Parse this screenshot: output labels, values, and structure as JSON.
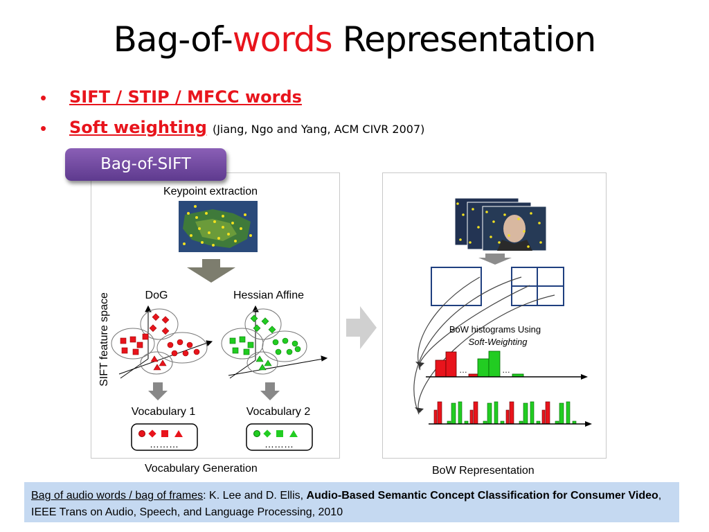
{
  "slide": {
    "title_pre": "Bag-of-",
    "title_accent": "words",
    "title_post": " Representation"
  },
  "bullets": [
    {
      "text": "SIFT / STIP / MFCC words",
      "cite": ""
    },
    {
      "text": "Soft weighting",
      "cite": "(Jiang, Ngo and Yang, ACM CIVR 2007)"
    }
  ],
  "tag_label": "Bag-of-SIFT",
  "left_panel": {
    "keypoint_label": "Keypoint extraction",
    "axis_label": "SIFT feature space",
    "detector_1": "DoG",
    "detector_2": "Hessian Affine",
    "vocab_1": "Vocabulary 1",
    "vocab_2": "Vocabulary 2",
    "ellipsis": "………",
    "caption": "Vocabulary Generation"
  },
  "right_panel": {
    "hist_title": "BoW histograms Using",
    "hist_subtitle": "Soft-Weighting",
    "dots": "…",
    "caption": "BoW Representation"
  },
  "colors": {
    "accent": "#e8141c",
    "red_word": "#e8141c",
    "green_word": "#22cc22",
    "frame_blue": "#1f3f7f",
    "ref_bg": "#c5d9f1"
  },
  "reference": {
    "prefix": "Bag of audio words / bag of frames",
    "authors": ": K. Lee and D. Ellis, ",
    "paper_title": "Audio-Based Semantic Concept Classification for Consumer Video",
    "venue": ", IEEE Trans on Audio, Speech, and Language Processing, 2010"
  }
}
